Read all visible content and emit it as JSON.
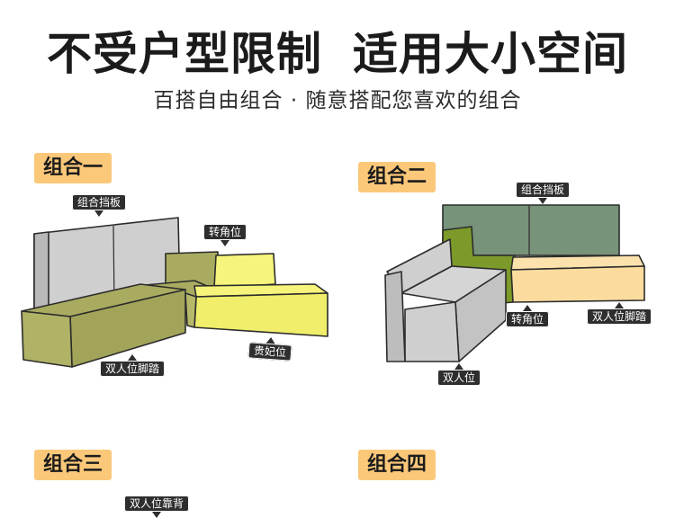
{
  "header": {
    "title_part1": "不受户型限制",
    "title_part2": "适用大小空间",
    "subtitle": "百搭自由组合 · 随意搭配您喜欢的组合"
  },
  "combos": [
    {
      "label": "组合一",
      "callouts": {
        "backboard": "组合挡板",
        "corner": "转角位",
        "chaise": "贵妃位",
        "footrest": "双人位脚踏"
      }
    },
    {
      "label": "组合二",
      "callouts": {
        "backboard": "组合挡板",
        "corner": "转角位",
        "footrest": "双人位脚踏",
        "loveseat": "双人位"
      }
    },
    {
      "label": "组合三",
      "callouts": {
        "back": "双人位靠背"
      }
    },
    {
      "label": "组合四"
    }
  ],
  "colors": {
    "tag_background": "#fbc87a",
    "callout_background": "#2e2e2e",
    "grey_cushion": "#cfcfcf",
    "olive": "#a9ab60",
    "yellow": "#f6f47a",
    "sage": "#77937a",
    "lime": "#7c9a29",
    "cream": "#fbe1ab"
  }
}
